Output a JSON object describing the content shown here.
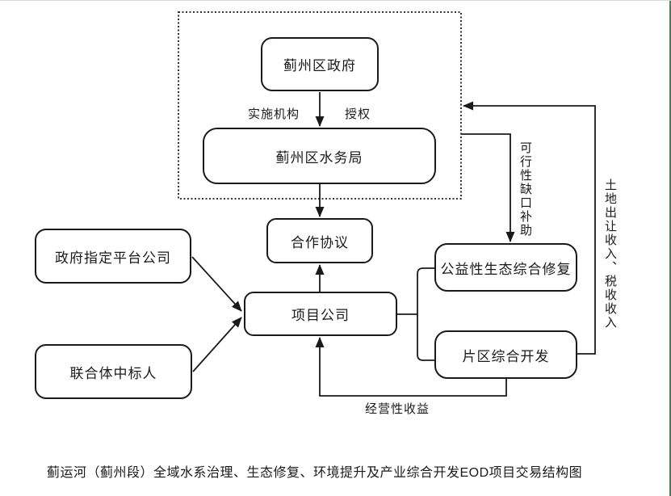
{
  "nodes": {
    "government": "蓟州区政府",
    "water_bureau": "蓟州区水务局",
    "cooperation_agreement": "合作协议",
    "project_company": "项目公司",
    "platform_company": "政府指定平台公司",
    "consortium_bidder": "联合体中标人",
    "ecological_restoration": "公益性生态综合修复",
    "district_development": "片区综合开发"
  },
  "edge_labels": {
    "implementing_agency": "实施机构",
    "authorization": "授权",
    "feasibility_gap_subsidy": "可行性缺口补助",
    "land_tax_revenue": "土地出让收入、税收收入",
    "operating_revenue": "经营性收益"
  },
  "caption": "蓟运河（蓟州段）全域水系治理、生态修复、环境提升及产业综合开发EOD项目交易结构图",
  "colors": {
    "line": "#1a1a1a",
    "window_border": "#4e7b5e",
    "background": "#ffffff"
  }
}
